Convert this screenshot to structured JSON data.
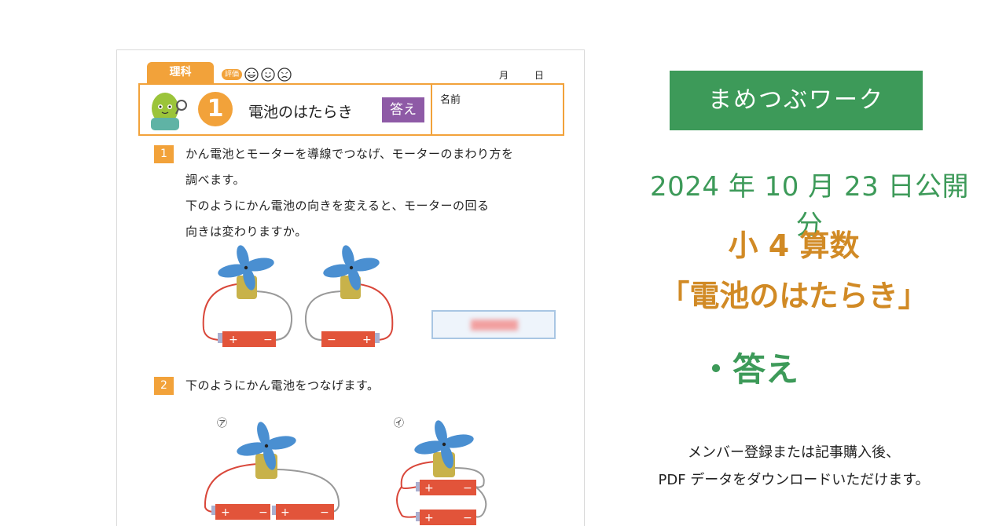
{
  "worksheet": {
    "subject_tab": "理科",
    "eval_label": "評価",
    "month_label": "月",
    "day_label": "日",
    "lesson_number": "1",
    "lesson_title": "電池のはたらき",
    "answer_badge": "答え",
    "name_label": "名前",
    "q1": {
      "number": "1",
      "line1": "かん電池とモーターを導線でつなげ、モーターのまわり方を",
      "line2": "調べます。",
      "line3": "下のようにかん電池の向きを変えると、モーターの回る",
      "line4": "向きは変わりますか。"
    },
    "q2": {
      "number": "2",
      "line1": "下のようにかん電池をつなげます。",
      "label_a": "㋐",
      "label_i": "㋑"
    },
    "battery_plus": "+",
    "battery_minus": "−"
  },
  "panel": {
    "brand": "まめつぶワーク",
    "date": "2024 年 10 月 23 日公開分",
    "grade": "小 4 算数",
    "title": "「電池のはたらき」",
    "answer": "・答え",
    "info_line1": "メンバー登録または記事購入後、",
    "info_line2": "PDF データをダウンロードいただけます。"
  },
  "colors": {
    "orange": "#f2a23a",
    "purple": "#8e5aa6",
    "green": "#3d9a59",
    "gold": "#d18a25",
    "battery_red": "#e2543a",
    "propeller_blue": "#4a8fd1"
  }
}
